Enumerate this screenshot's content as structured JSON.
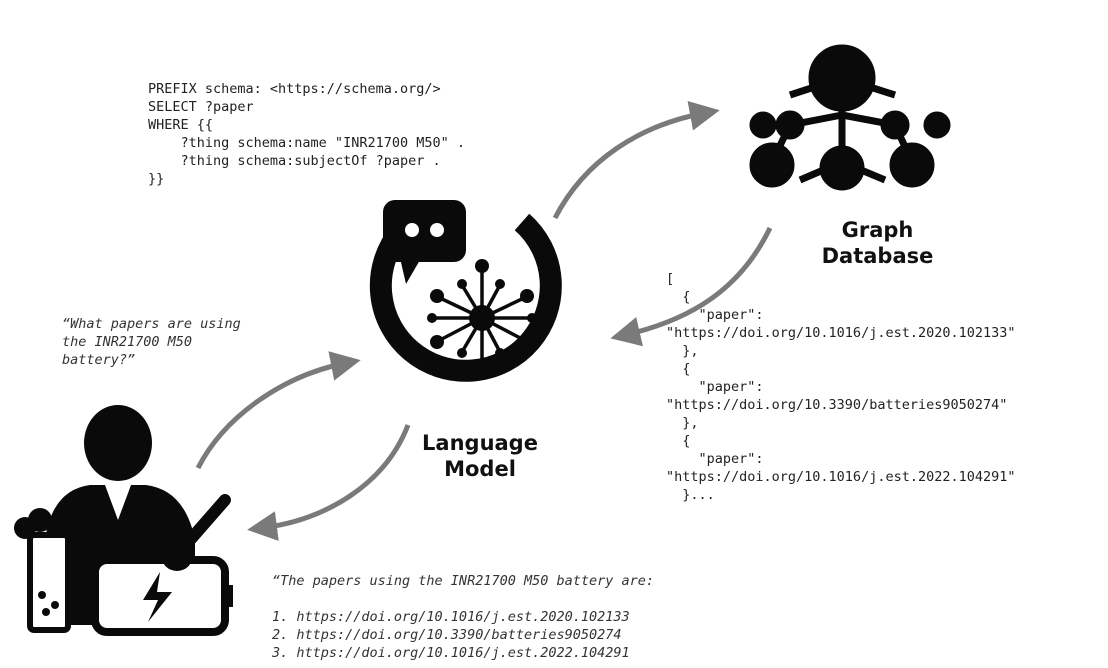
{
  "sparql_query": "PREFIX schema: <https://schema.org/>\nSELECT ?paper\nWHERE {{\n    ?thing schema:name \"INR21700 M50\" .\n    ?thing schema:subjectOf ?paper .\n}}",
  "user_question": "“What papers are using\nthe INR21700 M50\nbattery?”",
  "json_result": "[\n  {\n    \"paper\":\n\"https://doi.org/10.1016/j.est.2020.102133\"\n  },\n  {\n    \"paper\":\n\"https://doi.org/10.3390/batteries9050274\"\n  },\n  {\n    \"paper\":\n\"https://doi.org/10.1016/j.est.2022.104291\"\n  }...",
  "answer": "“The papers using the INR21700 M50 battery are:\n\n1. https://doi.org/10.1016/j.est.2020.102133\n2. https://doi.org/10.3390/batteries9050274\n3. https://doi.org/10.1016/j.est.2022.104291",
  "graph_db_label": "Graph\nDatabase",
  "language_model_label": "Language\nModel",
  "icons": {
    "graph_database": "graph-database-icon",
    "language_model": "language-model-icon",
    "user": "scientist-icon"
  },
  "colors": {
    "arrow": "#7a7a7a",
    "icon": "#0a0a0a"
  }
}
